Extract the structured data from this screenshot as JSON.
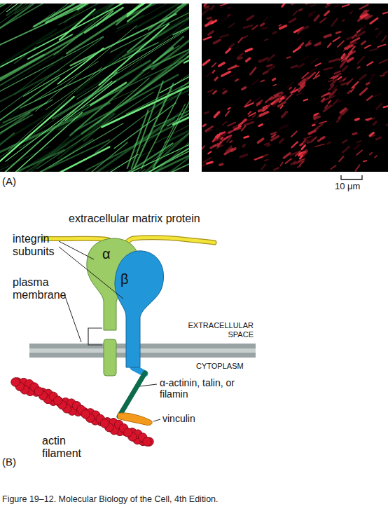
{
  "diagram": {
    "caption": "Figure 19–12. Molecular Biology of the Cell, 4th Edition.",
    "nodes": [
      {
        "text": [
          "α"
        ]
      },
      {
        "text": [
          "β"
        ]
      }
    ],
    "labels": [
      "(A)",
      "10 μm",
      "extracellular matrix protein",
      "integrin subunits",
      "plasma membrane",
      "EXTRACELLULAR SPACE",
      "CYTOPLASM",
      "α-actinin, talin, or filamin",
      "vinculin",
      "actin filament",
      "(B)"
    ]
  }
}
